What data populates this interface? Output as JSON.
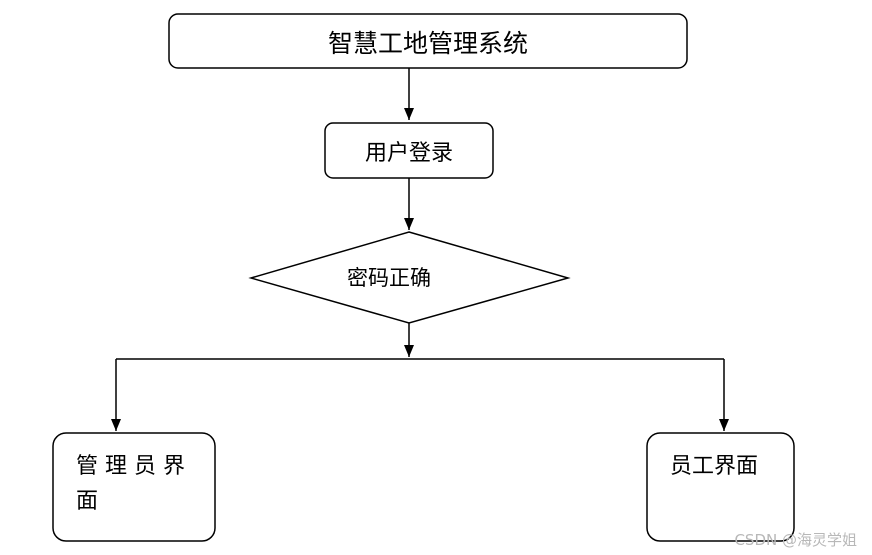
{
  "diagram": {
    "title_box": "智慧工地管理系统",
    "login_box": "用户登录",
    "decision": "密码正确",
    "admin_box_line1": "管 理 员 界",
    "admin_box_line2": "面",
    "staff_box": "员工界面"
  },
  "watermark": "CSDN @海灵学姐",
  "colors": {
    "stroke": "#000000",
    "watermark": "#b8b8b8"
  }
}
